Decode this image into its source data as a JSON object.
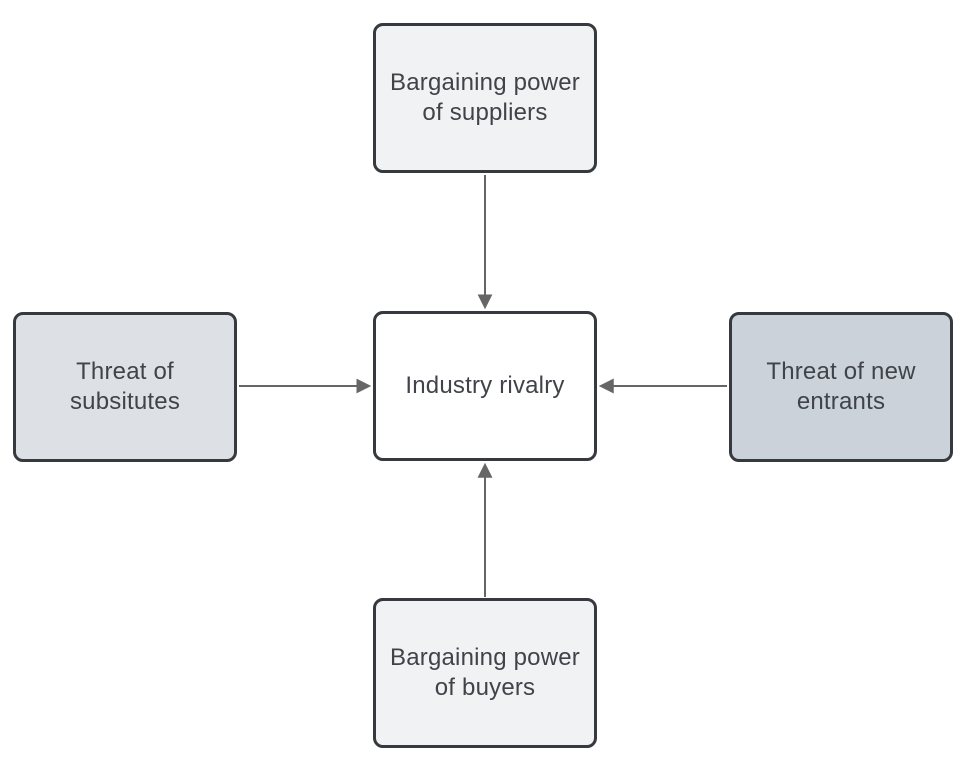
{
  "colors": {
    "background": "#ffffff",
    "node_border": "#36393d",
    "node_text": "#404349",
    "arrow": "#666666"
  },
  "nodes": {
    "suppliers": {
      "lines": [
        "Bargaining power",
        "of suppliers"
      ],
      "fill": "#f1f2f4"
    },
    "substitutes": {
      "lines": [
        "Threat of",
        "subsitutes"
      ],
      "fill": "#dde0e4"
    },
    "center": {
      "lines": [
        "Industry rivalry"
      ],
      "fill": "#ffffff"
    },
    "entrants": {
      "lines": [
        "Threat of new",
        "entrants"
      ],
      "fill": "#ccd2d9"
    },
    "buyers": {
      "lines": [
        "Bargaining power",
        "of buyers"
      ],
      "fill": "#f1f2f4"
    }
  },
  "connectors": [
    {
      "from": "suppliers",
      "to": "center",
      "direction": "down"
    },
    {
      "from": "substitutes",
      "to": "center",
      "direction": "right"
    },
    {
      "from": "entrants",
      "to": "center",
      "direction": "left"
    },
    {
      "from": "buyers",
      "to": "center",
      "direction": "up"
    }
  ]
}
